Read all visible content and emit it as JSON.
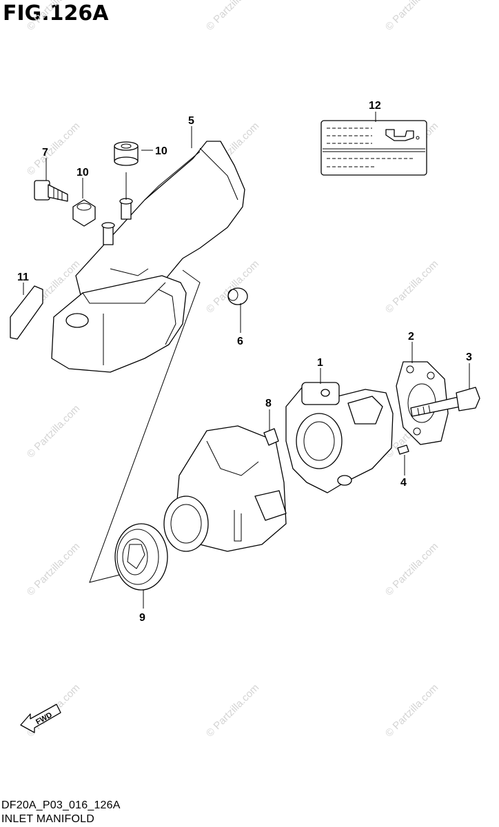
{
  "figure": {
    "title": "FIG.126A",
    "drawing_code": "DF20A_P03_016_126A",
    "section_name": "INLET MANIFOLD"
  },
  "watermark": {
    "text": "© Partzilla.com"
  },
  "callouts": {
    "c1": "1",
    "c2": "2",
    "c3": "3",
    "c4": "4",
    "c5": "5",
    "c6": "6",
    "c7": "7",
    "c8": "8",
    "c9": "9",
    "c10a": "10",
    "c10b": "10",
    "c11": "11",
    "c12": "12"
  },
  "fwd_label": "FWD",
  "colors": {
    "ink": "#000000",
    "watermark": "#d4d4d4",
    "background": "#ffffff"
  }
}
